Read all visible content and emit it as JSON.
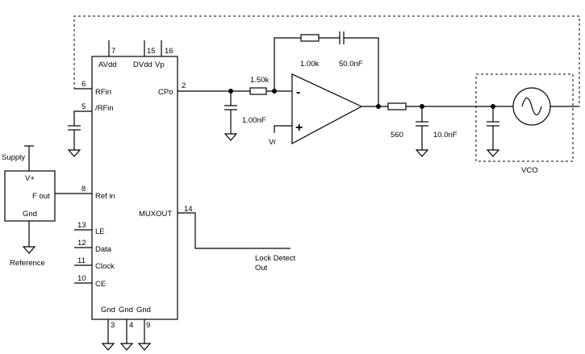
{
  "pll_chip": {
    "top_pins": [
      {
        "num": "7",
        "label": "AVdd"
      },
      {
        "num": "15",
        "label": "DVdd"
      },
      {
        "num": "16",
        "label": "Vp"
      }
    ],
    "left_pins": [
      {
        "num": "6",
        "label": "RFin"
      },
      {
        "num": "5",
        "label": "/RFin"
      },
      {
        "num": "8",
        "label": "Ref in"
      },
      {
        "num": "13",
        "label": "LE"
      },
      {
        "num": "12",
        "label": "Data"
      },
      {
        "num": "11",
        "label": "Clock"
      },
      {
        "num": "10",
        "label": "CE"
      }
    ],
    "right_pins": [
      {
        "num": "2",
        "label": "CPo"
      },
      {
        "num": "14",
        "label": "MUXOUT"
      }
    ],
    "bottom_pins": [
      {
        "num": "3",
        "label": "Gnd"
      },
      {
        "num": "4",
        "label": "Gnd"
      },
      {
        "num": "9",
        "label": "Gnd"
      }
    ]
  },
  "reference": {
    "supply_label": "Supply",
    "vplus_label": "V+",
    "fout_label": "F out",
    "gnd_label": "Gnd",
    "name": "Reference"
  },
  "loop_filter": {
    "cap_shunt": "1.00nF",
    "res_series": "1.50k",
    "res_feedback": "1.00k",
    "cap_feedback": "50.0nF",
    "vr_label": "Vr",
    "minus_sign": "-",
    "plus_sign": "+",
    "res_out": "560",
    "cap_out": "10.0nF"
  },
  "vco": {
    "label": "VCO"
  },
  "lock_detect": {
    "line1": "Lock Detect",
    "line2": "Out"
  }
}
